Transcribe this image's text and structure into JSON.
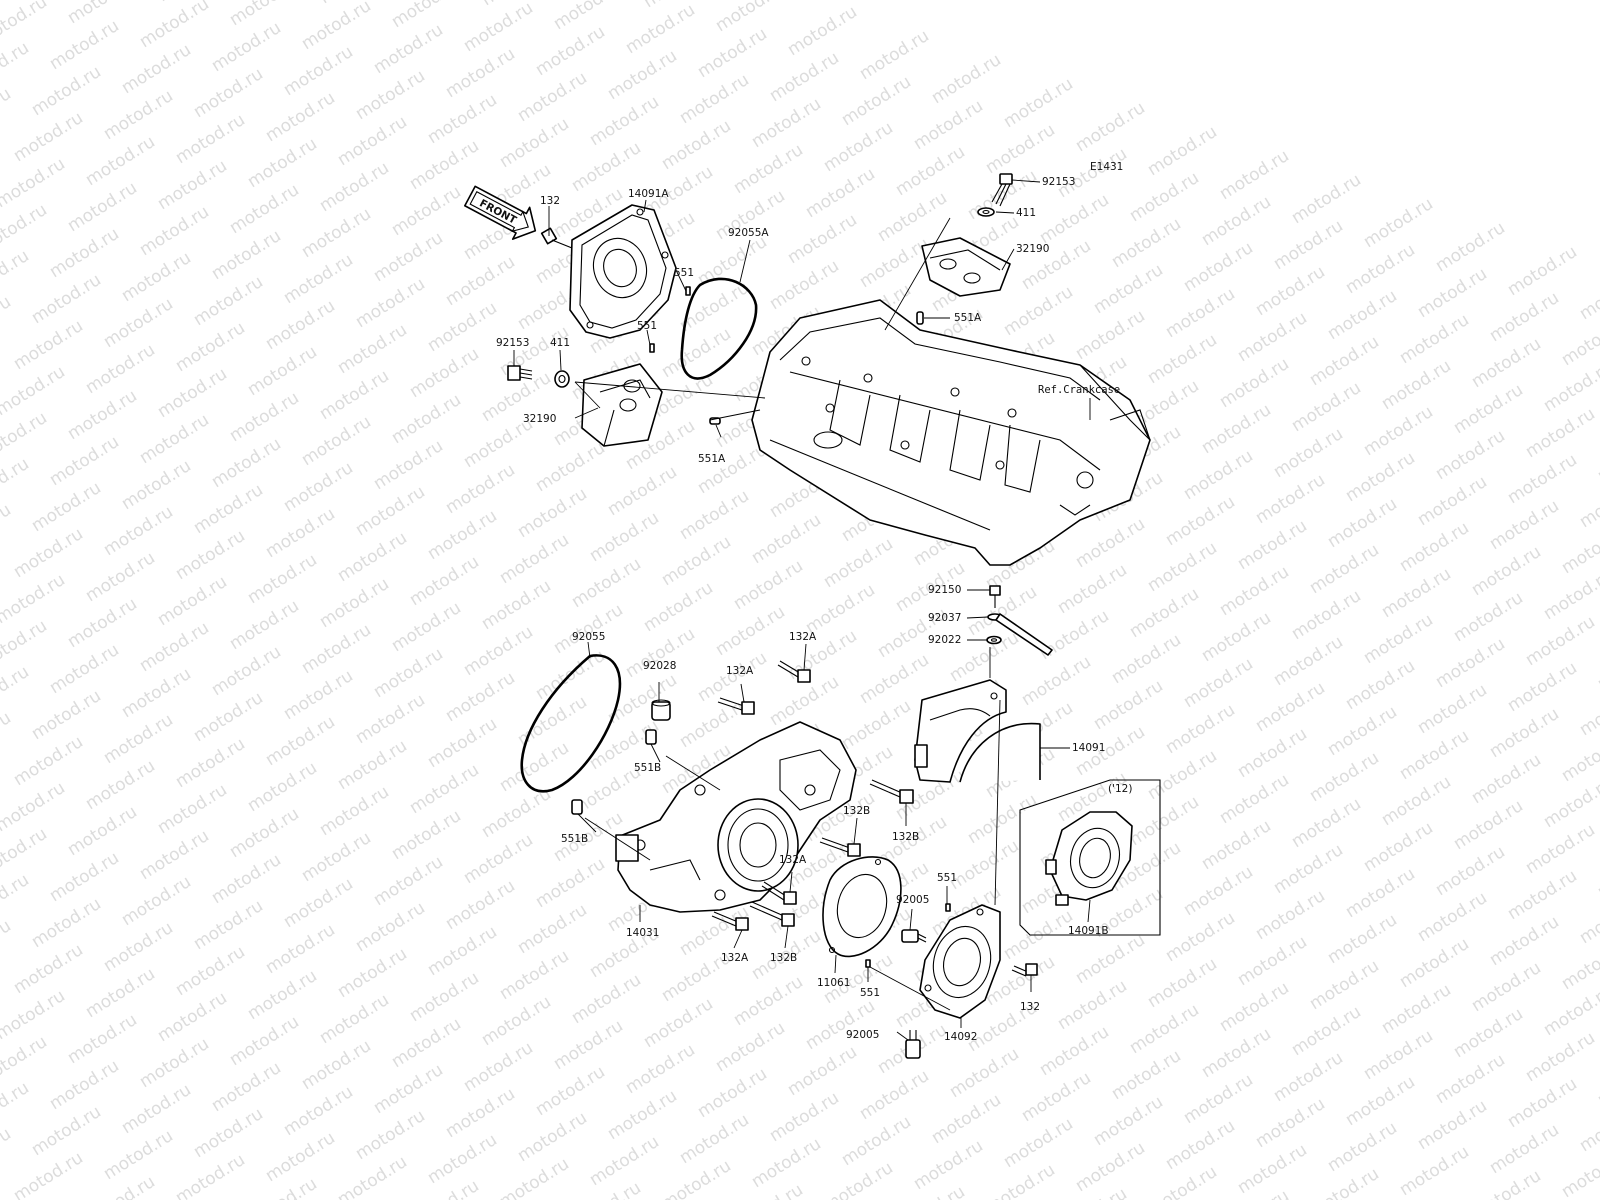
{
  "diagram": {
    "code": "E1431",
    "front_tag": "FRONT",
    "ref_label": "Ref.Crankcase",
    "variant_label": "('12)",
    "watermark": "motod.ru",
    "parts": {
      "p132_top": "132",
      "p14091A": "14091A",
      "p92055A": "92055A",
      "p551_a": "551",
      "p551_b": "551",
      "p92153_left": "92153",
      "p411_left": "411",
      "p32190_left": "32190",
      "p551A_left": "551A",
      "p92153_right": "92153",
      "p411_right": "411",
      "p32190_right": "32190",
      "p551A_right": "551A",
      "p92150": "92150",
      "p92037": "92037",
      "p92022": "92022",
      "p92055": "92055",
      "p92028": "92028",
      "p132A_top": "132A",
      "p132A_mid": "132A",
      "p551B_upper": "551B",
      "p551B_lower": "551B",
      "p132B_a": "132B",
      "p132B_b": "132B",
      "p132A_low": "132A",
      "p132A_bottom": "132A",
      "p132B_bottom": "132B",
      "p14031": "14031",
      "p14091": "14091",
      "p11061": "11061",
      "p551_low": "551",
      "p551_cover": "551",
      "p92005_upper": "92005",
      "p92005_lower": "92005",
      "p14092": "14092",
      "p132_bottom": "132",
      "p14091B": "14091B"
    }
  }
}
